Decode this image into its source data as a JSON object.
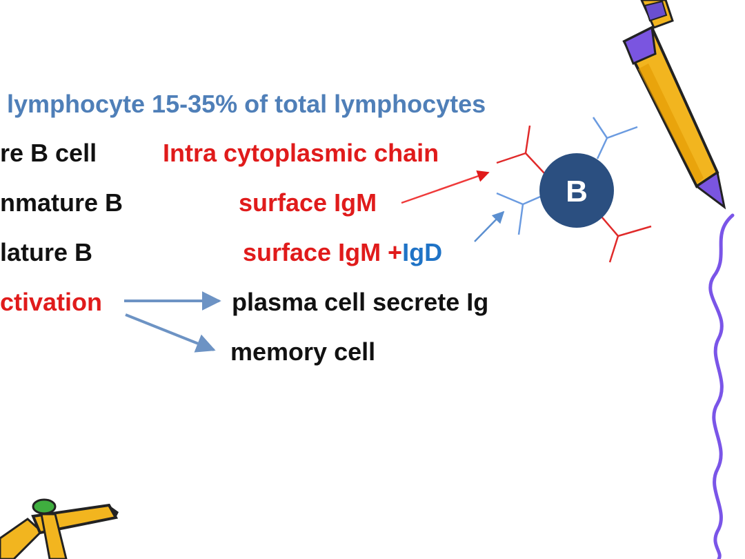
{
  "heading": "lymphocyte  15-35% of total lymphocytes",
  "stages": [
    {
      "label": "re B cell",
      "marker": "Intra cytoplasmic chain"
    },
    {
      "label": "nmature B",
      "marker": "surface IgM"
    },
    {
      "label": "lature B",
      "marker_red": "surface IgM +",
      "marker_blue": "IgD"
    },
    {
      "label": "ctivation"
    }
  ],
  "outcomes": {
    "plasma": "plasma cell secrete Ig",
    "memory": "memory cell"
  },
  "cell_label": "B",
  "colors": {
    "heading": "#4f7fb8",
    "red": "#e01b1b",
    "blue": "#1f73c6",
    "cell": "#2b4f80",
    "arrow": "#6d93c4"
  }
}
